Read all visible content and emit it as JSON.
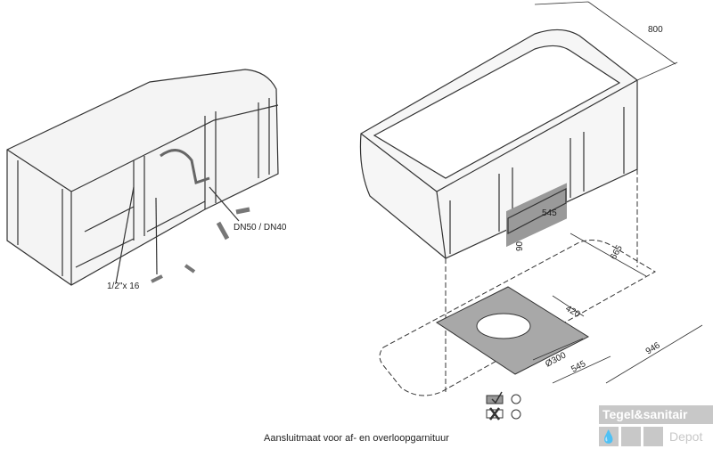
{
  "left_drawing": {
    "labels": {
      "drain": "DN50 / DN40",
      "fitting": "1/2\"x 16"
    }
  },
  "right_drawing": {
    "dimensions": {
      "width": "800",
      "access_width": "545",
      "access_height": "90",
      "offset_665": "665",
      "offset_420": "420",
      "hole_diameter": "Ø300",
      "plate_545": "545",
      "length_946": "946"
    }
  },
  "caption": "Aansluitmaat voor af- en overloopgarnituur",
  "logo": {
    "line1": "Tegel&sanitair",
    "line2": "Depot"
  }
}
